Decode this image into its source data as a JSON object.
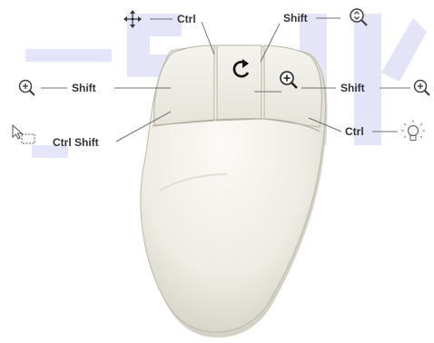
{
  "callouts": {
    "pan_ctrl": "Ctrl",
    "zoomfit_shift": "Shift",
    "left_zoomin_shift": "Shift",
    "select_ctrl_shift": "Ctrl Shift",
    "right_zoomin_shift": "Shift",
    "light_ctrl": "Ctrl"
  },
  "icons": {
    "pan": "pan-arrows-icon",
    "zoom_fit": "zoom-fit-magnifier-icon",
    "zoom_in_left": "zoom-in-magnifier-icon",
    "select_window": "select-window-icon",
    "zoom_in_right": "zoom-in-magnifier-icon",
    "lightbulb": "lightbulb-icon",
    "rotate": "rotate-icon",
    "zoom_in_wheel": "zoom-in-magnifier-icon"
  },
  "colors": {
    "mouse_body": "#f1efe8",
    "mouse_shadow": "#d4d1c6",
    "leader_line": "#707070",
    "text": "#333333",
    "watermark": "#d9daf7"
  }
}
